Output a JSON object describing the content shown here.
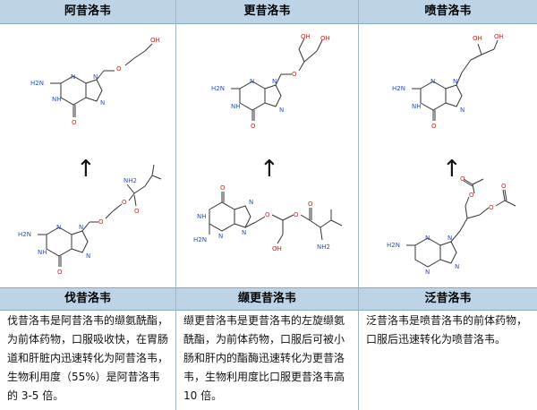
{
  "columns": [
    {
      "drug": "阿昔洛韦",
      "prodrug": "伐昔洛韦",
      "description": "伐昔洛韦是阿昔洛韦的缬氨酰酯，为前体药物，口服吸收快，在胃肠道和肝脏内迅速转化为阿昔洛韦，生物利用度（55%）是阿昔洛韦的 3-5 倍。"
    },
    {
      "drug": "更昔洛韦",
      "prodrug": "缬更昔洛韦",
      "description": "缬更昔洛韦是更昔洛韦的左旋缬氨酰酯，为前体药物，口服后可被小肠和肝内的酯酶迅速转化为更昔洛韦，生物利用度比口服更昔洛韦高 10 倍。"
    },
    {
      "drug": "喷昔洛韦",
      "prodrug": "泛昔洛韦",
      "description": "泛昔洛韦是喷昔洛韦的前体药物，口服后迅速转化为喷昔洛韦。"
    }
  ],
  "atom_labels": {
    "oh": "OH",
    "o": "O",
    "n": "N",
    "nh": "NH",
    "h2n": "H2N",
    "nh2": "NH2"
  },
  "arrow_symbol": "↑"
}
